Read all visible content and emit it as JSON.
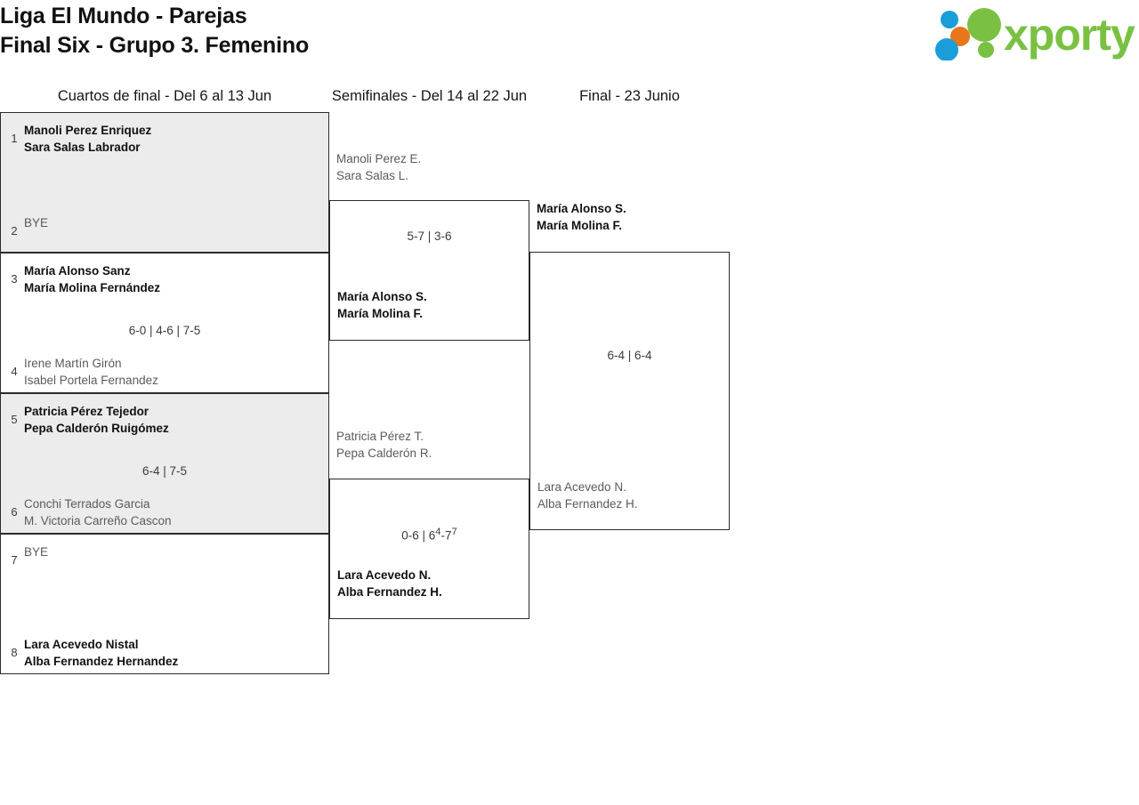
{
  "header": {
    "title": "Liga El Mundo - Parejas\nFinal Six - Grupo 3. Femenino",
    "title_line1": "Liga El Mundo - Parejas",
    "title_line2": "Final Six - Grupo 3. Femenino",
    "logo_text": "xporty",
    "logo_colors": {
      "green": "#7ac143",
      "blue": "#1b9dd9",
      "orange": "#e8761a"
    }
  },
  "rounds": [
    {
      "label": "Cuartos de final - Del 6 al 13 Jun"
    },
    {
      "label": "Semifinales - Del 14 al 22 Jun"
    },
    {
      "label": "Final - 23 Junio"
    }
  ],
  "colors": {
    "shaded_row": "#ececec",
    "border": "#2b2b2b",
    "winner_text": "#111111",
    "loser_text": "#5b5b5b"
  },
  "quarterfinals": [
    {
      "shaded": true,
      "top": {
        "seed": "1",
        "team": "Manoli Perez Enriquez\nSara Salas Labrador",
        "result": "winner"
      },
      "bottom": {
        "seed": "2",
        "team": "BYE",
        "result": "loser"
      },
      "score": ""
    },
    {
      "shaded": false,
      "top": {
        "seed": "3",
        "team": "María Alonso Sanz\nMaría Molina Fernández",
        "result": "winner"
      },
      "bottom": {
        "seed": "4",
        "team": "Irene Martín Girón\nIsabel Portela Fernandez",
        "result": "loser"
      },
      "score": "6-0 | 4-6 | 7-5"
    },
    {
      "shaded": true,
      "top": {
        "seed": "5",
        "team": "Patricia Pérez Tejedor\nPepa Calderón Ruigómez",
        "result": "winner"
      },
      "bottom": {
        "seed": "6",
        "team": "Conchi Terrados Garcia\nM. Victoria Carreño Cascon",
        "result": "loser"
      },
      "score": "6-4 | 7-5"
    },
    {
      "shaded": false,
      "top": {
        "seed": "7",
        "team": "BYE",
        "result": "loser"
      },
      "bottom": {
        "seed": "8",
        "team": "Lara Acevedo Nistal\nAlba Fernandez Hernandez",
        "result": "winner"
      },
      "score": ""
    }
  ],
  "semifinals": [
    {
      "top": {
        "team": "Manoli Perez E.\nSara Salas L.",
        "result": "loser"
      },
      "bottom": {
        "team": "María Alonso S.\nMaría Molina F.",
        "result": "winner"
      },
      "score": "5-7 | 3-6"
    },
    {
      "top": {
        "team": "Patricia Pérez T.\nPepa Calderón R.",
        "result": "loser"
      },
      "bottom": {
        "team": "Lara Acevedo N.\nAlba Fernandez H.",
        "result": "winner"
      },
      "score_prefix": "0-6 | 6",
      "score_sup1": "4",
      "score_mid": "-7",
      "score_sup2": "7",
      "score": "0-6 | 64-77"
    }
  ],
  "final": {
    "top": {
      "team": "María Alonso S.\nMaría Molina F.",
      "result": "winner"
    },
    "bottom": {
      "team": "Lara Acevedo N.\nAlba Fernandez H.",
      "result": "loser"
    },
    "score": "6-4 | 6-4"
  }
}
